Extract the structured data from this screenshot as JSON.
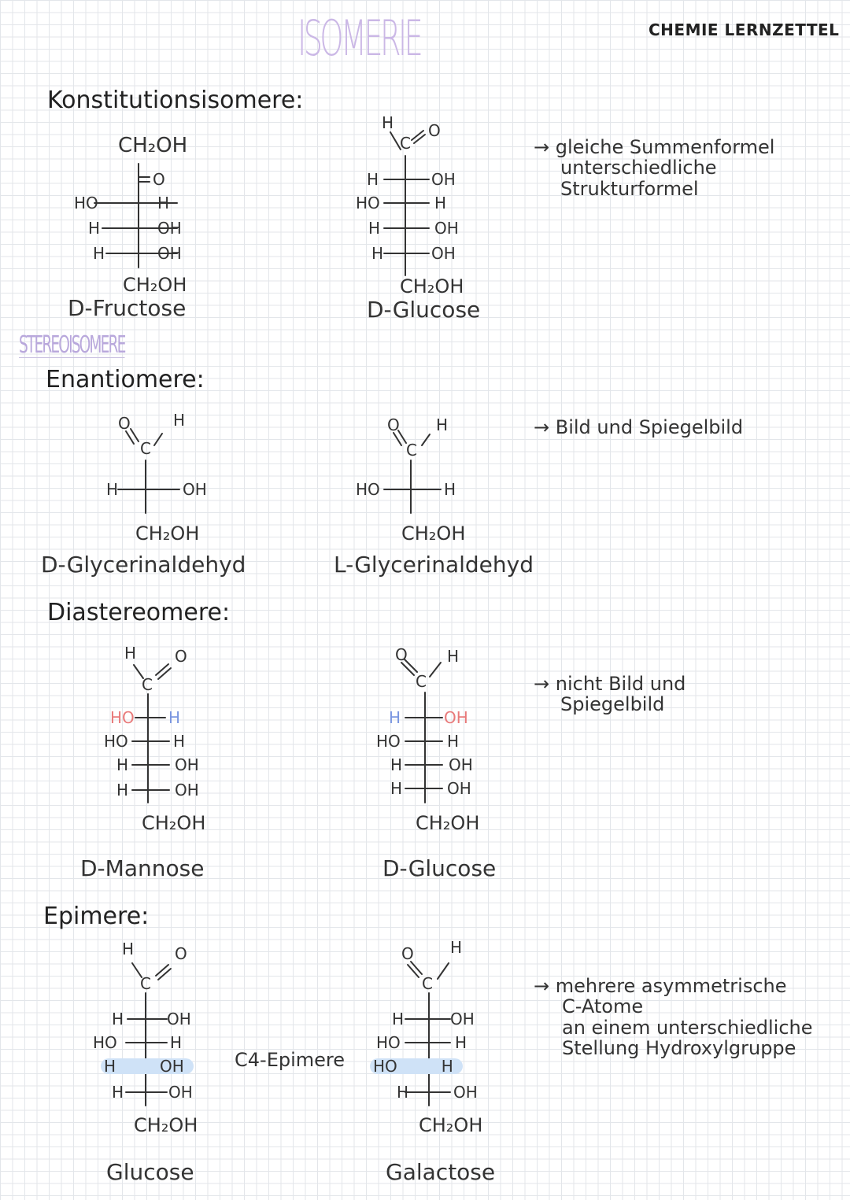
{
  "title": "ISOMERIE",
  "corner_label": "CHEMIE LERNZETTEL",
  "section_stereo": "STEREOISOMERE",
  "headings": {
    "konstitution": "Konstitutionsisomere:",
    "enantiomere": "Enantiomere:",
    "diastereomere": "Diastereomere:",
    "epimere": "Epimere:"
  },
  "notes": {
    "konstitution": [
      "→ gleiche Summenformel",
      "unterschiedliche",
      "Strukturformel"
    ],
    "enantiomere": "→ Bild und Spiegelbild",
    "diastereomere": [
      "→ nicht Bild und",
      "Spiegelbild"
    ],
    "epimere": [
      "→ mehrere asymmetrische",
      "C-Atome",
      "an einem unterschiedliche",
      "Stellung Hydroxylgruppe"
    ]
  },
  "c4_label": "C4-Epimere",
  "molecules": {
    "fructose": {
      "name": "D-Fructose",
      "top": "CH₂OH",
      "carbonyl": "O",
      "rows": [
        [
          "HO",
          "H"
        ],
        [
          "H",
          "OH"
        ],
        [
          "H",
          "OH"
        ]
      ],
      "bottom": "CH₂OH"
    },
    "glucose1": {
      "name": "D-Glucose",
      "h": "H",
      "o": "O",
      "c": "C",
      "rows": [
        [
          "H",
          "OH"
        ],
        [
          "HO",
          "H"
        ],
        [
          "H",
          "OH"
        ],
        [
          "H",
          "OH"
        ]
      ],
      "bottom": "CH₂OH"
    },
    "d_glycer": {
      "name": "D-Glycerinaldehyd",
      "h": "H",
      "o": "O",
      "c": "C",
      "rows": [
        [
          "H",
          "OH"
        ]
      ],
      "bottom": "CH₂OH"
    },
    "l_glycer": {
      "name": "L-Glycerinaldehyd",
      "h": "H",
      "o": "O",
      "c": "C",
      "rows": [
        [
          "HO",
          "H"
        ]
      ],
      "bottom": "CH₂OH"
    },
    "mannose": {
      "name": "D-Mannose",
      "h": "H",
      "o": "O",
      "c": "C",
      "rows": [
        [
          "HO",
          "H"
        ],
        [
          "HO",
          "H"
        ],
        [
          "H",
          "OH"
        ],
        [
          "H",
          "OH"
        ]
      ],
      "bottom": "CH₂OH"
    },
    "glucose2": {
      "name": "D-Glucose",
      "h": "H",
      "o": "O",
      "c": "C",
      "rows": [
        [
          "H",
          "OH"
        ],
        [
          "HO",
          "H"
        ],
        [
          "H",
          "OH"
        ],
        [
          "H",
          "OH"
        ]
      ],
      "bottom": "CH₂OH"
    },
    "glucose3": {
      "name": "Glucose",
      "h": "H",
      "o": "O",
      "c": "C",
      "rows": [
        [
          "H",
          "OH"
        ],
        [
          "HO",
          "H"
        ],
        [
          "H",
          "OH"
        ],
        [
          "H",
          "OH"
        ]
      ],
      "bottom": "CH₂OH"
    },
    "galactose": {
      "name": "Galactose",
      "h": "H",
      "o": "O",
      "c": "C",
      "rows": [
        [
          "H",
          "OH"
        ],
        [
          "HO",
          "H"
        ],
        [
          "HO",
          "H"
        ],
        [
          "H",
          "OH"
        ]
      ],
      "bottom": "CH₂OH"
    }
  }
}
